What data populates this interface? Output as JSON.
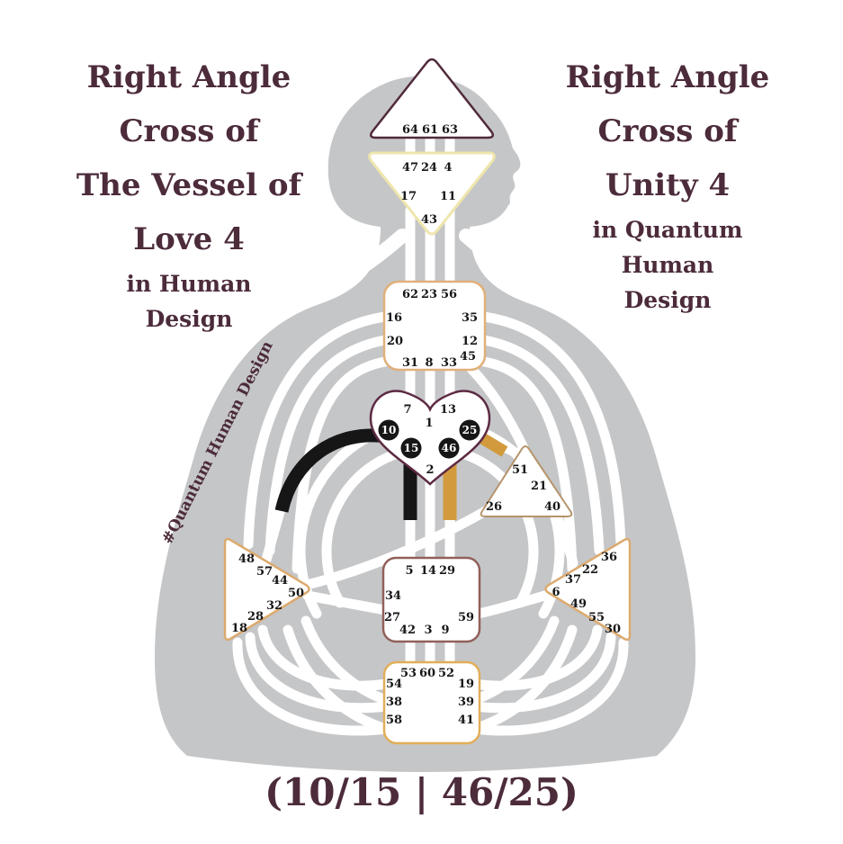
{
  "left_title": {
    "line1": "Right Angle",
    "line2": "Cross of",
    "line3": "The Vessel of",
    "line4": "Love 4",
    "sub1": "in Human",
    "sub2": "Design"
  },
  "right_title": {
    "line1": "Right Angle",
    "line2": "Cross of",
    "line3": "Unity 4",
    "sub1": "in Quantum",
    "sub2": "Human",
    "sub3": "Design"
  },
  "watermark": "#Quantum Human Design",
  "bottom_label": "(10/15 | 46/25)",
  "colors": {
    "title_text": "#4c2b3b",
    "silhouette": "#c5c6c8",
    "channel_white": "#ffffff",
    "black_channel": "#161616",
    "gold_channel": "#d29a3d",
    "gate_text": "#161616",
    "highlight_text": "#ffffff",
    "head_border": "#512a3c",
    "ajna_border": "#efe6ac",
    "throat_border": "#e0b07a",
    "g_border": "#5d2a43",
    "will_border": "#b5936b",
    "spleen_border": "#dcaa6e",
    "solar_border": "#dcaa6e",
    "sacral_border": "#91605a",
    "root_border": "#e2ae58"
  },
  "centers": {
    "head": {
      "label": "head-center",
      "gates": [
        "64",
        "61",
        "63"
      ]
    },
    "ajna": {
      "label": "ajna-center",
      "gates": [
        "47",
        "24",
        "4",
        "17",
        "11",
        "43"
      ]
    },
    "throat": {
      "label": "throat-center",
      "gates": [
        "62",
        "23",
        "56",
        "16",
        "35",
        "20",
        "12",
        "31",
        "8",
        "33",
        "45"
      ]
    },
    "g_center": {
      "label": "g-center",
      "gates": [
        "7",
        "13",
        "1",
        "2"
      ],
      "highlighted_gates": [
        "10",
        "25",
        "15",
        "46"
      ]
    },
    "will": {
      "label": "will-center",
      "gates": [
        "51",
        "21",
        "26",
        "40"
      ]
    },
    "spleen": {
      "label": "spleen-center",
      "gates": [
        "48",
        "57",
        "44",
        "50",
        "32",
        "28",
        "18"
      ]
    },
    "solar_plexus": {
      "label": "solar-plexus-center",
      "gates": [
        "36",
        "22",
        "37",
        "6",
        "49",
        "55",
        "30"
      ]
    },
    "sacral": {
      "label": "sacral-center",
      "gates": [
        "5",
        "14",
        "29",
        "34",
        "27",
        "59",
        "42",
        "3",
        "9"
      ]
    },
    "root": {
      "label": "root-center",
      "gates": [
        "53",
        "60",
        "52",
        "54",
        "19",
        "38",
        "39",
        "58",
        "41"
      ]
    }
  }
}
